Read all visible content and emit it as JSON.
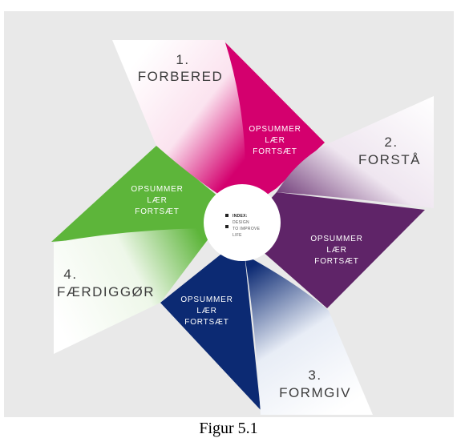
{
  "colors": {
    "background": "#e9e9e9",
    "magenta": "#d4006e",
    "purple": "#5f2468",
    "navy": "#0c2a73",
    "green": "#5db53a",
    "petal_white": "#ffffff",
    "text": "#3c3c3c"
  },
  "steps": [
    {
      "number": "1.",
      "title": "FORBERED"
    },
    {
      "number": "2.",
      "title": "FORSTÅ"
    },
    {
      "number": "3.",
      "title": "FORMGIV"
    },
    {
      "number": "4.",
      "title": "FÆRDIGGØR"
    }
  ],
  "phase": {
    "line1": "OPSUMMER",
    "line2": "LÆR",
    "line3": "FORTSÆT"
  },
  "logo": {
    "line1": "INDEX:",
    "line2": "DESIGN",
    "line3": "TO IMPROVE",
    "line4": "LIFE"
  },
  "caption": "Figur 5.1"
}
